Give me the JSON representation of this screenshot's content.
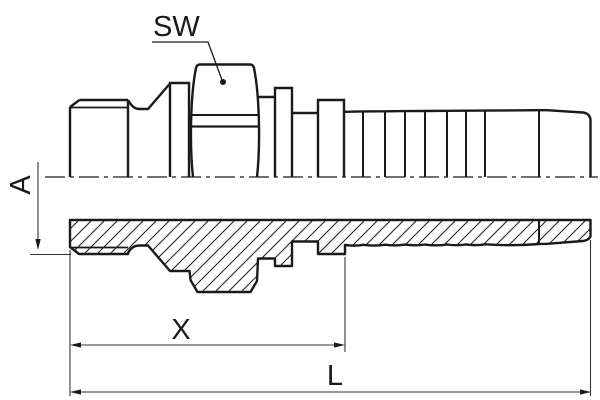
{
  "figure": {
    "type": "technical-drawing",
    "subject": "hydraulic-hose-nipple-fitting-half-section",
    "background": "#ffffff",
    "line_color": "#1a1a1a",
    "labels": {
      "sw": "SW",
      "a": "A",
      "x": "X",
      "l": "L"
    }
  }
}
